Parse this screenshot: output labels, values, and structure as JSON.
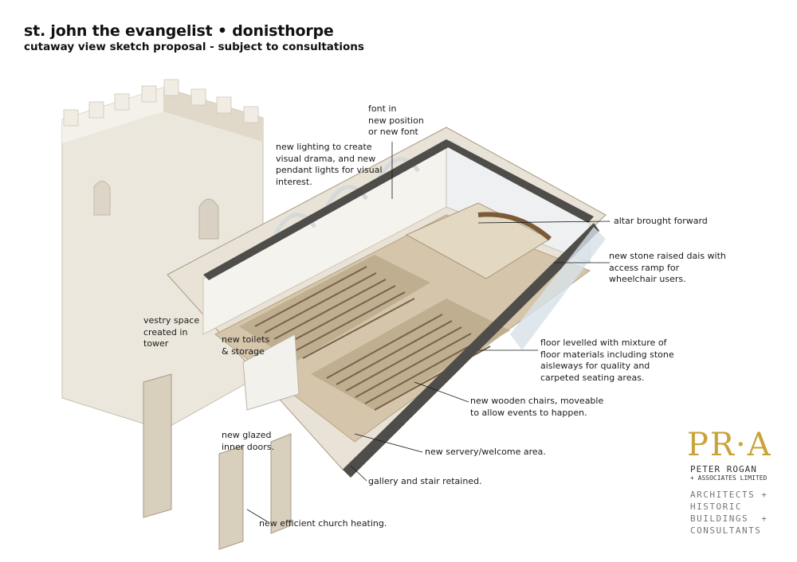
{
  "header": {
    "title": "st. john the evangelist • donisthorpe",
    "subtitle": "cutaway view sketch proposal - subject to consultations"
  },
  "annotations": {
    "font": "font in\nnew position\nor new font",
    "lighting": "new lighting to create\nvisual drama, and new\npendant lights for visual\ninterest.",
    "altar": "altar brought forward",
    "dais": "new stone raised dais with\naccess ramp for\nwheelchair users.",
    "vestry": "vestry space\ncreated in\ntower",
    "toilets": "new toilets\n& storage",
    "floor": "floor levelled with mixture of\nfloor materials including stone\naisleways for quality and\ncarpeted seating areas.",
    "chairs": "new wooden chairs, moveable\nto allow events to happen.",
    "doors": "new glazed\ninner doors.",
    "servery": "new servery/welcome area.",
    "gallery": "gallery and stair retained.",
    "heating": "new efficient church heating."
  },
  "logo": {
    "mark": "PR·A",
    "name": "PETER ROGAN",
    "associates": "+ ASSOCIATES LIMITED",
    "line1": "ARCHITECTS +",
    "line2": "HISTORIC",
    "line3": "BUILDINGS  +",
    "line4": "CONSULTANTS"
  },
  "colors": {
    "background": "#ffffff",
    "stone": "#e4ddcf",
    "stone_shadow": "#bfb29d",
    "floor": "#cbb89a",
    "carpet": "#b8a487",
    "chairs": "#8a7358",
    "glass": "#c9d6de",
    "logo_gold": "#c9a33a"
  }
}
